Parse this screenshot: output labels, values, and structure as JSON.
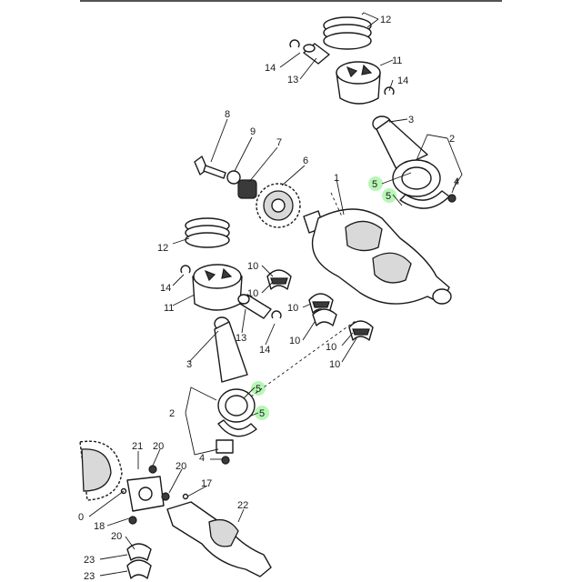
{
  "callouts": {
    "c12a": "12",
    "c11a": "11",
    "c14a": "14",
    "c13a": "13",
    "c14b": "14",
    "c3a": "3",
    "c2a": "2",
    "c5a": "5",
    "c5b": "5",
    "c4a": "4",
    "c8": "8",
    "c9": "9",
    "c7": "7",
    "c6": "6",
    "c1": "1",
    "c12b": "12",
    "c14c": "14",
    "c11b": "11",
    "c10a": "10",
    "c10b": "10",
    "c10c": "10",
    "c10d": "10",
    "c10e": "10",
    "c13b": "13",
    "c14d": "14",
    "c3b": "3",
    "c5c": "5",
    "c2b": "2",
    "c5d": "5",
    "c4b": "4",
    "c21": "21",
    "c20a": "20",
    "c20b": "20",
    "c17": "17",
    "c22": "22",
    "c0": "0",
    "c18": "18",
    "c20c": "20",
    "c23a": "23",
    "c23b": "23"
  },
  "highlight_color": "#7cf07a"
}
